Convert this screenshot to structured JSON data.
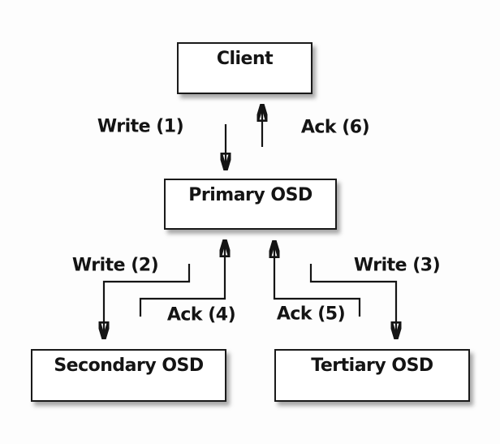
{
  "diagram": {
    "nodes": {
      "client": {
        "label": "Client"
      },
      "primary": {
        "label": "Primary OSD"
      },
      "secondary": {
        "label": "Secondary OSD"
      },
      "tertiary": {
        "label": "Tertiary OSD"
      }
    },
    "edges": {
      "write1": {
        "label": "Write (1)",
        "from": "Client",
        "to": "Primary OSD"
      },
      "ack6": {
        "label": "Ack (6)",
        "from": "Primary OSD",
        "to": "Client"
      },
      "write2": {
        "label": "Write (2)",
        "from": "Primary OSD",
        "to": "Secondary OSD"
      },
      "ack4": {
        "label": "Ack (4)",
        "from": "Secondary OSD",
        "to": "Primary OSD"
      },
      "ack5": {
        "label": "Ack (5)",
        "from": "Tertiary OSD",
        "to": "Primary OSD"
      },
      "write3": {
        "label": "Write (3)",
        "from": "Primary OSD",
        "to": "Tertiary OSD"
      }
    },
    "colors": {
      "background": "#fdfdfd",
      "box_fill": "#ffffff",
      "box_border": "#1a1a1a",
      "line": "#151515",
      "text": "#141414"
    }
  }
}
